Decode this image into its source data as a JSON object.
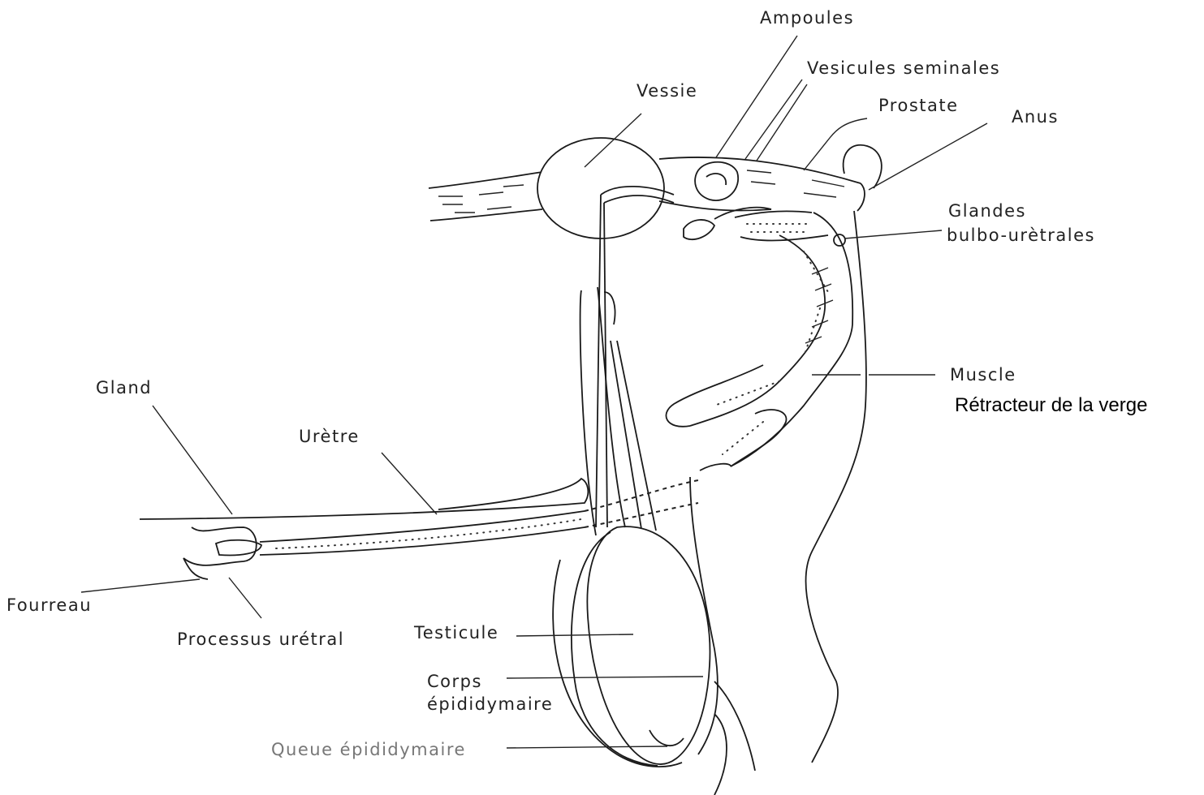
{
  "labels": {
    "ampoules": "Ampoules",
    "vesicules": "Vesicules seminales",
    "vessie": "Vessie",
    "prostate": "Prostate",
    "anus": "Anus",
    "glandes_line1": "Glandes",
    "glandes_line2": "bulbo-urètrales",
    "muscle": "Muscle",
    "retracteur": "Rétracteur de la verge",
    "gland": "Gland",
    "uretre": "Urètre",
    "fourreau": "Fourreau",
    "processus": "Processus urétral",
    "testicule": "Testicule",
    "corps_line1": "Corps",
    "corps_line2": "épididymaire",
    "queue": "Queue épididymaire"
  }
}
